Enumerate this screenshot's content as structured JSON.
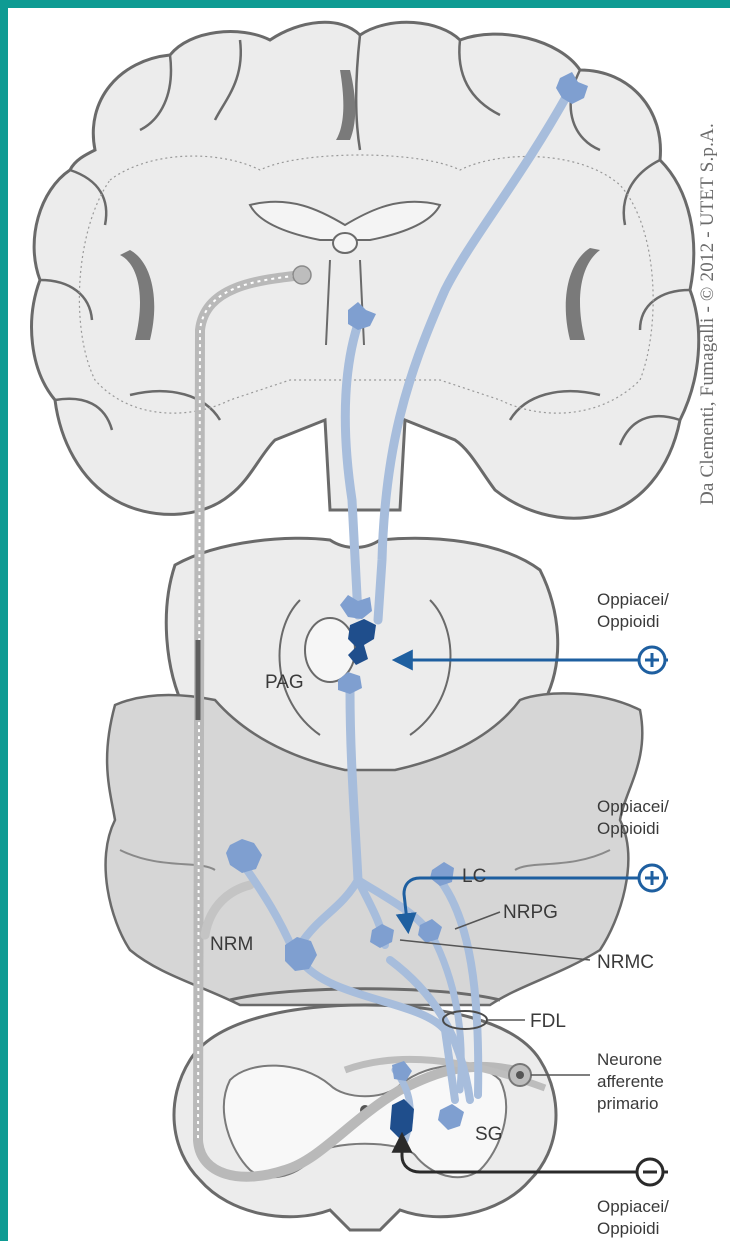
{
  "credit": "Da Clementi, Fumagalli - © 2012 - UTET S.p.A.",
  "labels": {
    "pag": "PAG",
    "nrm": "NRM",
    "lc": "LC",
    "nrpg": "NRPG",
    "nrmc": "NRMC",
    "fdl": "FDL",
    "sg": "SG",
    "neurone_line1": "Neurone",
    "neurone_line2": "afferente",
    "neurone_line3": "primario"
  },
  "drug_inputs": [
    {
      "line1": "Oppiacei/",
      "line2": "Oppioidi",
      "effect": "excitatory",
      "sign": "+"
    },
    {
      "line1": "Oppiacei/",
      "line2": "Oppioidi",
      "effect": "excitatory",
      "sign": "+"
    },
    {
      "line1": "Oppiacei/",
      "line2": "Oppioidi",
      "effect": "inhibitory",
      "sign": "−"
    }
  ],
  "colors": {
    "border": "#0e9b93",
    "tissue": "#e9e9e9",
    "brainstem": "#d6d6d6",
    "pathway": "#a7bddc",
    "neuron": "#7f9fd0",
    "active_neuron": "#1f4e8c",
    "arrow_blue": "#1e5fa0",
    "arrow_dark": "#2a2a2a"
  }
}
